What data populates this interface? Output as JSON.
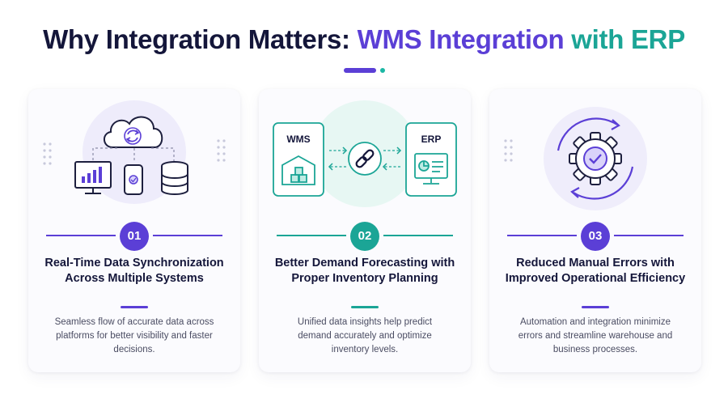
{
  "header": {
    "title_part1": "Why Integration Matters:",
    "title_part2": "WMS Integration",
    "title_part3": "with ERP"
  },
  "colors": {
    "dark": "#14163a",
    "purple": "#5b3fd6",
    "teal": "#1ba596"
  },
  "cards": [
    {
      "number": "01",
      "title": "Real-Time Data Synchronization Across Multiple Systems",
      "description": "Seamless flow of accurate data across platforms for better visibility and faster decisions.",
      "icons": [
        "cloud-sync-icon",
        "monitor-chart-icon",
        "smartphone-icon",
        "database-icon"
      ]
    },
    {
      "number": "02",
      "title": "Better Demand Forecasting with Proper Inventory Planning",
      "description": "Unified data insights help predict demand accurately and optimize inventory levels.",
      "wms_label": "WMS",
      "erp_label": "ERP",
      "icons": [
        "warehouse-icon",
        "link-icon",
        "erp-dashboard-icon"
      ]
    },
    {
      "number": "03",
      "title": "Reduced Manual Errors with Improved Operational Efficiency",
      "description": "Automation and integration minimize errors and streamline warehouse and business processes.",
      "icons": [
        "gear-check-icon",
        "cycle-arrows-icon"
      ]
    }
  ]
}
